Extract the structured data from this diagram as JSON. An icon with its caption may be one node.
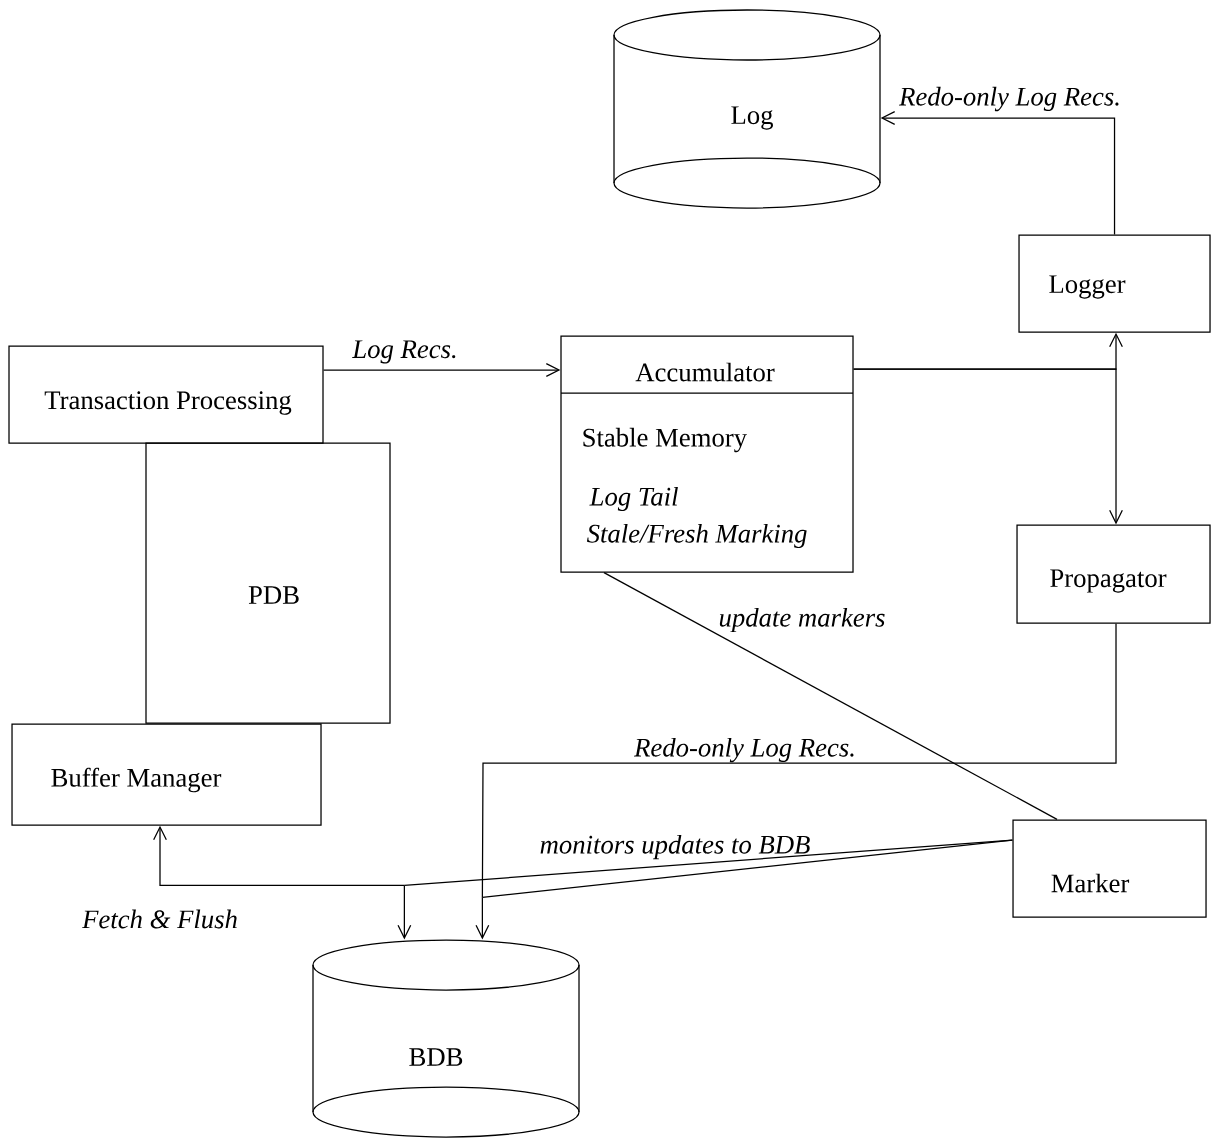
{
  "diagram": {
    "nodes": [
      {
        "text": [
          "Log"
        ]
      },
      {
        "text": [
          "Logger"
        ]
      },
      {
        "text": [
          "Transaction Processing"
        ]
      },
      {
        "text": [
          "Accumulator",
          "Stable Memory",
          "Log Tail",
          "Stale/Fresh Marking"
        ]
      },
      {
        "text": [
          "PDB"
        ]
      },
      {
        "text": [
          "Propagator"
        ]
      },
      {
        "text": [
          "Buffer Manager"
        ]
      },
      {
        "text": [
          "Marker"
        ]
      },
      {
        "text": [
          "BDB"
        ]
      }
    ],
    "edges": [
      {
        "from": 1,
        "to": 0,
        "arrow": "to",
        "label": "Redo-only Log Recs."
      },
      {
        "from": 2,
        "to": 3,
        "arrow": "to",
        "label": "Log Recs."
      },
      {
        "from": 3,
        "to": 1,
        "arrow": "to"
      },
      {
        "from": 3,
        "to": 5,
        "arrow": "to"
      },
      {
        "from": 3,
        "to": 7,
        "arrow": "none",
        "label": "update markers"
      },
      {
        "from": 5,
        "to": 8,
        "arrow": "to",
        "label": "Redo-only Log Recs."
      },
      {
        "from": 7,
        "to": 8,
        "arrow": "to",
        "label": "monitors updates to BDB"
      },
      {
        "from": 7,
        "to": 8,
        "arrow": "to"
      },
      {
        "from": 6,
        "to": 8,
        "arrow": "both",
        "label": "Fetch & Flush"
      }
    ]
  }
}
